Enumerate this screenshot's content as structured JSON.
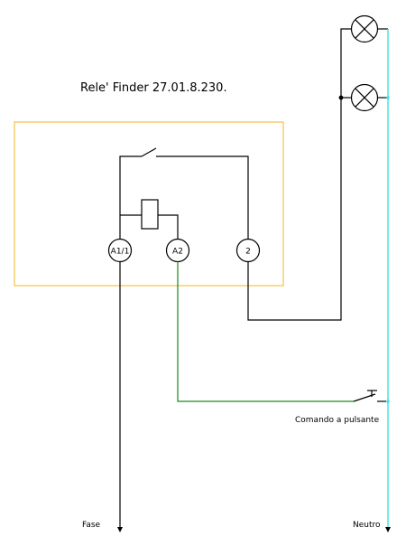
{
  "title": "Rele'  Finder 27.01.8.230.",
  "terminals": {
    "a1": "A1/1",
    "a2": "A2",
    "t2": "2"
  },
  "labels": {
    "push_button": "Comando a pulsante",
    "phase": "Fase",
    "neutral": "Neutro"
  },
  "colors": {
    "relay_box": "#f5c24a",
    "neutral_wire": "#3fe0e0",
    "control_wire": "#1a8a1a",
    "wire": "#000000"
  }
}
